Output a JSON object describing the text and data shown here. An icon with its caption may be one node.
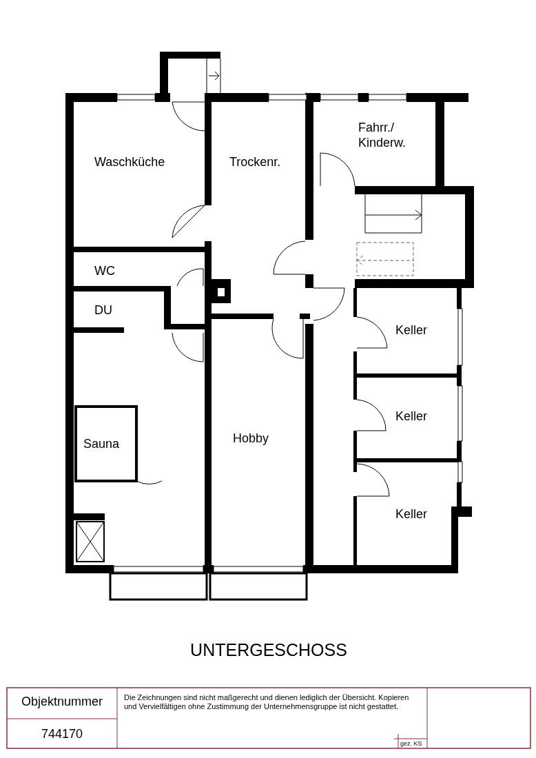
{
  "diagram": {
    "title": "UNTERGESCHOSS",
    "labels": [
      "Waschküche",
      "Trockenr.",
      "Fahrr./ Kinderw.",
      "WC",
      "DU",
      "Sauna",
      "Hobby",
      "Keller",
      "Keller",
      "Keller",
      "Objektnummer",
      "744170",
      "Die Zeichnungen sind nicht maßgerecht und dienen lediglich der Übersicht. Kopieren und Vervielfältigen ohne Zustimmung der Unternehmensgruppe ist nicht gestattet.",
      "gez. KS"
    ]
  }
}
